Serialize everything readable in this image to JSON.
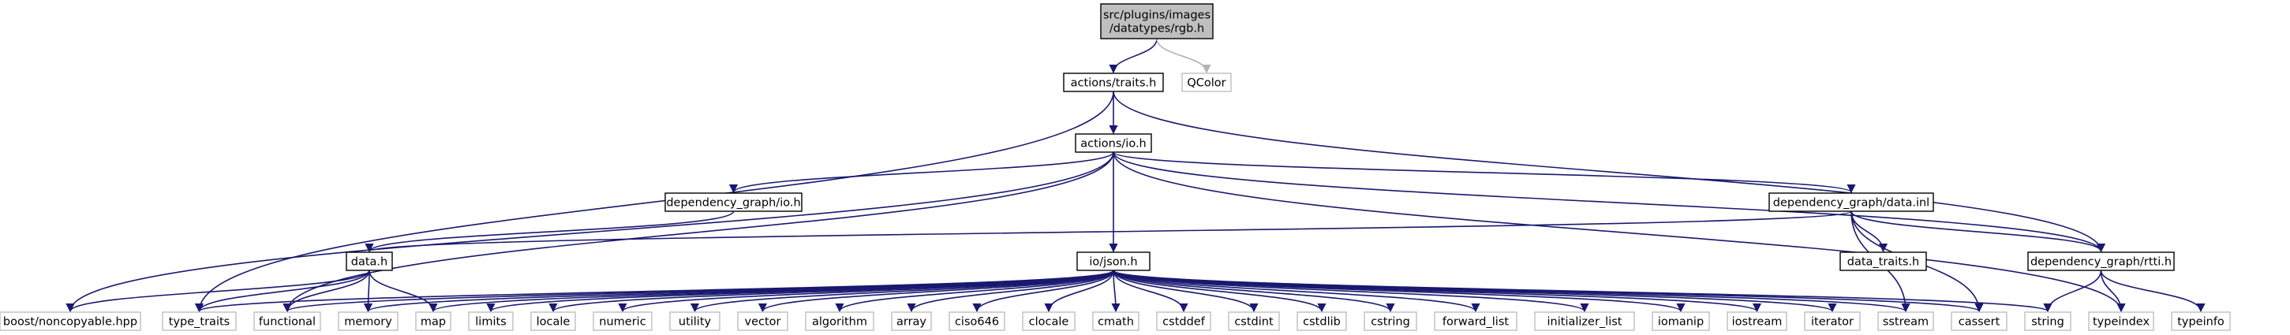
{
  "diagram": {
    "type": "include-dependency-graph",
    "colors": {
      "edge": "#191970",
      "edge_external": "#b3b3b3",
      "node_border": "#000000",
      "node_border_external": "#bfbfbf",
      "root_fill": "#bfbfbf",
      "node_fill": "#ffffff"
    },
    "nodes": [
      {
        "id": "rgb",
        "lines": [
          "src/plugins/images",
          "/datatypes/rgb.h"
        ],
        "kind": "root"
      },
      {
        "id": "traits",
        "lines": [
          "actions/traits.h"
        ],
        "kind": "file"
      },
      {
        "id": "qcolor",
        "lines": [
          "QColor"
        ],
        "kind": "external"
      },
      {
        "id": "io",
        "lines": [
          "actions/io.h"
        ],
        "kind": "file"
      },
      {
        "id": "dgio",
        "lines": [
          "dependency_graph/io.h"
        ],
        "kind": "file"
      },
      {
        "id": "datainl",
        "lines": [
          "dependency_graph/data.inl"
        ],
        "kind": "file"
      },
      {
        "id": "datah",
        "lines": [
          "data.h"
        ],
        "kind": "file"
      },
      {
        "id": "json",
        "lines": [
          "io/json.h"
        ],
        "kind": "file"
      },
      {
        "id": "datatraits",
        "lines": [
          "data_traits.h"
        ],
        "kind": "file"
      },
      {
        "id": "rtti",
        "lines": [
          "dependency_graph/rtti.h"
        ],
        "kind": "file"
      },
      {
        "id": "boost",
        "lines": [
          "boost/noncopyable.hpp"
        ],
        "kind": "external"
      },
      {
        "id": "type_traits",
        "lines": [
          "type_traits"
        ],
        "kind": "external"
      },
      {
        "id": "functional",
        "lines": [
          "functional"
        ],
        "kind": "external"
      },
      {
        "id": "memory",
        "lines": [
          "memory"
        ],
        "kind": "external"
      },
      {
        "id": "map",
        "lines": [
          "map"
        ],
        "kind": "external"
      },
      {
        "id": "limits",
        "lines": [
          "limits"
        ],
        "kind": "external"
      },
      {
        "id": "locale",
        "lines": [
          "locale"
        ],
        "kind": "external"
      },
      {
        "id": "numeric",
        "lines": [
          "numeric"
        ],
        "kind": "external"
      },
      {
        "id": "utility",
        "lines": [
          "utility"
        ],
        "kind": "external"
      },
      {
        "id": "vector",
        "lines": [
          "vector"
        ],
        "kind": "external"
      },
      {
        "id": "algorithm",
        "lines": [
          "algorithm"
        ],
        "kind": "external"
      },
      {
        "id": "array",
        "lines": [
          "array"
        ],
        "kind": "external"
      },
      {
        "id": "ciso646",
        "lines": [
          "ciso646"
        ],
        "kind": "external"
      },
      {
        "id": "clocale",
        "lines": [
          "clocale"
        ],
        "kind": "external"
      },
      {
        "id": "cmath",
        "lines": [
          "cmath"
        ],
        "kind": "external"
      },
      {
        "id": "cstddef",
        "lines": [
          "cstddef"
        ],
        "kind": "external"
      },
      {
        "id": "cstdint",
        "lines": [
          "cstdint"
        ],
        "kind": "external"
      },
      {
        "id": "cstdlib",
        "lines": [
          "cstdlib"
        ],
        "kind": "external"
      },
      {
        "id": "cstring",
        "lines": [
          "cstring"
        ],
        "kind": "external"
      },
      {
        "id": "forward_list",
        "lines": [
          "forward_list"
        ],
        "kind": "external"
      },
      {
        "id": "initializer_list",
        "lines": [
          "initializer_list"
        ],
        "kind": "external"
      },
      {
        "id": "iomanip",
        "lines": [
          "iomanip"
        ],
        "kind": "external"
      },
      {
        "id": "iostream",
        "lines": [
          "iostream"
        ],
        "kind": "external"
      },
      {
        "id": "iterator",
        "lines": [
          "iterator"
        ],
        "kind": "external"
      },
      {
        "id": "sstream",
        "lines": [
          "sstream"
        ],
        "kind": "external"
      },
      {
        "id": "cassert",
        "lines": [
          "cassert"
        ],
        "kind": "external"
      },
      {
        "id": "string",
        "lines": [
          "string"
        ],
        "kind": "external"
      },
      {
        "id": "typeindex",
        "lines": [
          "typeindex"
        ],
        "kind": "external"
      },
      {
        "id": "typeinfo",
        "lines": [
          "typeinfo"
        ],
        "kind": "external"
      }
    ],
    "edges": [
      [
        "rgb",
        "traits"
      ],
      [
        "rgb",
        "qcolor"
      ],
      [
        "traits",
        "io"
      ],
      [
        "traits",
        "type_traits"
      ],
      [
        "traits",
        "rtti"
      ],
      [
        "io",
        "boost"
      ],
      [
        "io",
        "functional"
      ],
      [
        "io",
        "dgio"
      ],
      [
        "io",
        "datainl"
      ],
      [
        "io",
        "json"
      ],
      [
        "io",
        "rtti"
      ],
      [
        "io",
        "typeindex"
      ],
      [
        "dgio",
        "datah"
      ],
      [
        "datainl",
        "datah"
      ],
      [
        "datainl",
        "datatraits"
      ],
      [
        "datainl",
        "rtti"
      ],
      [
        "datainl",
        "sstream"
      ],
      [
        "datainl",
        "cassert"
      ],
      [
        "datah",
        "boost"
      ],
      [
        "datah",
        "type_traits"
      ],
      [
        "datah",
        "functional"
      ],
      [
        "datah",
        "memory"
      ],
      [
        "datah",
        "map"
      ],
      [
        "json",
        "type_traits"
      ],
      [
        "json",
        "functional"
      ],
      [
        "json",
        "memory"
      ],
      [
        "json",
        "map"
      ],
      [
        "json",
        "limits"
      ],
      [
        "json",
        "locale"
      ],
      [
        "json",
        "numeric"
      ],
      [
        "json",
        "utility"
      ],
      [
        "json",
        "vector"
      ],
      [
        "json",
        "algorithm"
      ],
      [
        "json",
        "array"
      ],
      [
        "json",
        "ciso646"
      ],
      [
        "json",
        "clocale"
      ],
      [
        "json",
        "cmath"
      ],
      [
        "json",
        "cstddef"
      ],
      [
        "json",
        "cstdint"
      ],
      [
        "json",
        "cstdlib"
      ],
      [
        "json",
        "cstring"
      ],
      [
        "json",
        "forward_list"
      ],
      [
        "json",
        "initializer_list"
      ],
      [
        "json",
        "iomanip"
      ],
      [
        "json",
        "iostream"
      ],
      [
        "json",
        "iterator"
      ],
      [
        "json",
        "sstream"
      ],
      [
        "json",
        "cassert"
      ],
      [
        "json",
        "string"
      ],
      [
        "rtti",
        "string"
      ],
      [
        "rtti",
        "typeindex"
      ],
      [
        "rtti",
        "typeinfo"
      ]
    ]
  }
}
